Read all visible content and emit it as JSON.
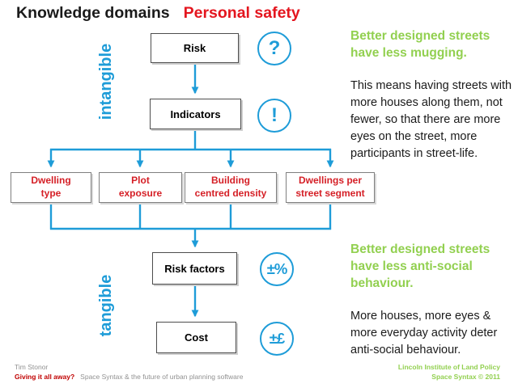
{
  "title": {
    "black": "Knowledge domains",
    "red": "Personal safety"
  },
  "axis_labels": {
    "top": "intangible",
    "bottom": "tangible"
  },
  "flowchart": {
    "nodes": {
      "risk": "Risk",
      "indicators": "Indicators",
      "risk_factors": "Risk factors",
      "cost": "Cost"
    },
    "indicator_boxes": [
      {
        "label": "Dwelling\ntype"
      },
      {
        "label": "Plot\nexposure"
      },
      {
        "label": "Building\ncentred density"
      },
      {
        "label": "Dwellings per\nstreet segment"
      }
    ],
    "symbols": {
      "risk": "?",
      "indicators": "!",
      "risk_factors": "±%",
      "cost": "±£"
    }
  },
  "right_column": {
    "block1": {
      "heading": "Better designed streets\nhave less mugging.",
      "body": "This means having streets with more houses along them, not fewer, so that there are more eyes on the street, more participants in street-life."
    },
    "block2": {
      "heading": "Better designed streets\nhave less anti-social\nbehaviour.",
      "body": "More houses, more eyes & more everyday activity deter anti-social behaviour."
    }
  },
  "footer": {
    "author": "Tim Stonor",
    "talk_title": "Giving it all away?",
    "talk_subtitle": "Space Syntax & the future of urban planning software",
    "org": "Lincoln Institute of Land Policy",
    "copyright": "Space Syntax © 2011"
  },
  "colors": {
    "accent_blue": "#1e9cd8",
    "box_text_red": "#d51f26",
    "title_red": "#e4161f",
    "heading_green": "#92d050",
    "footer_gray": "#919191",
    "footer_red": "#c00000"
  }
}
